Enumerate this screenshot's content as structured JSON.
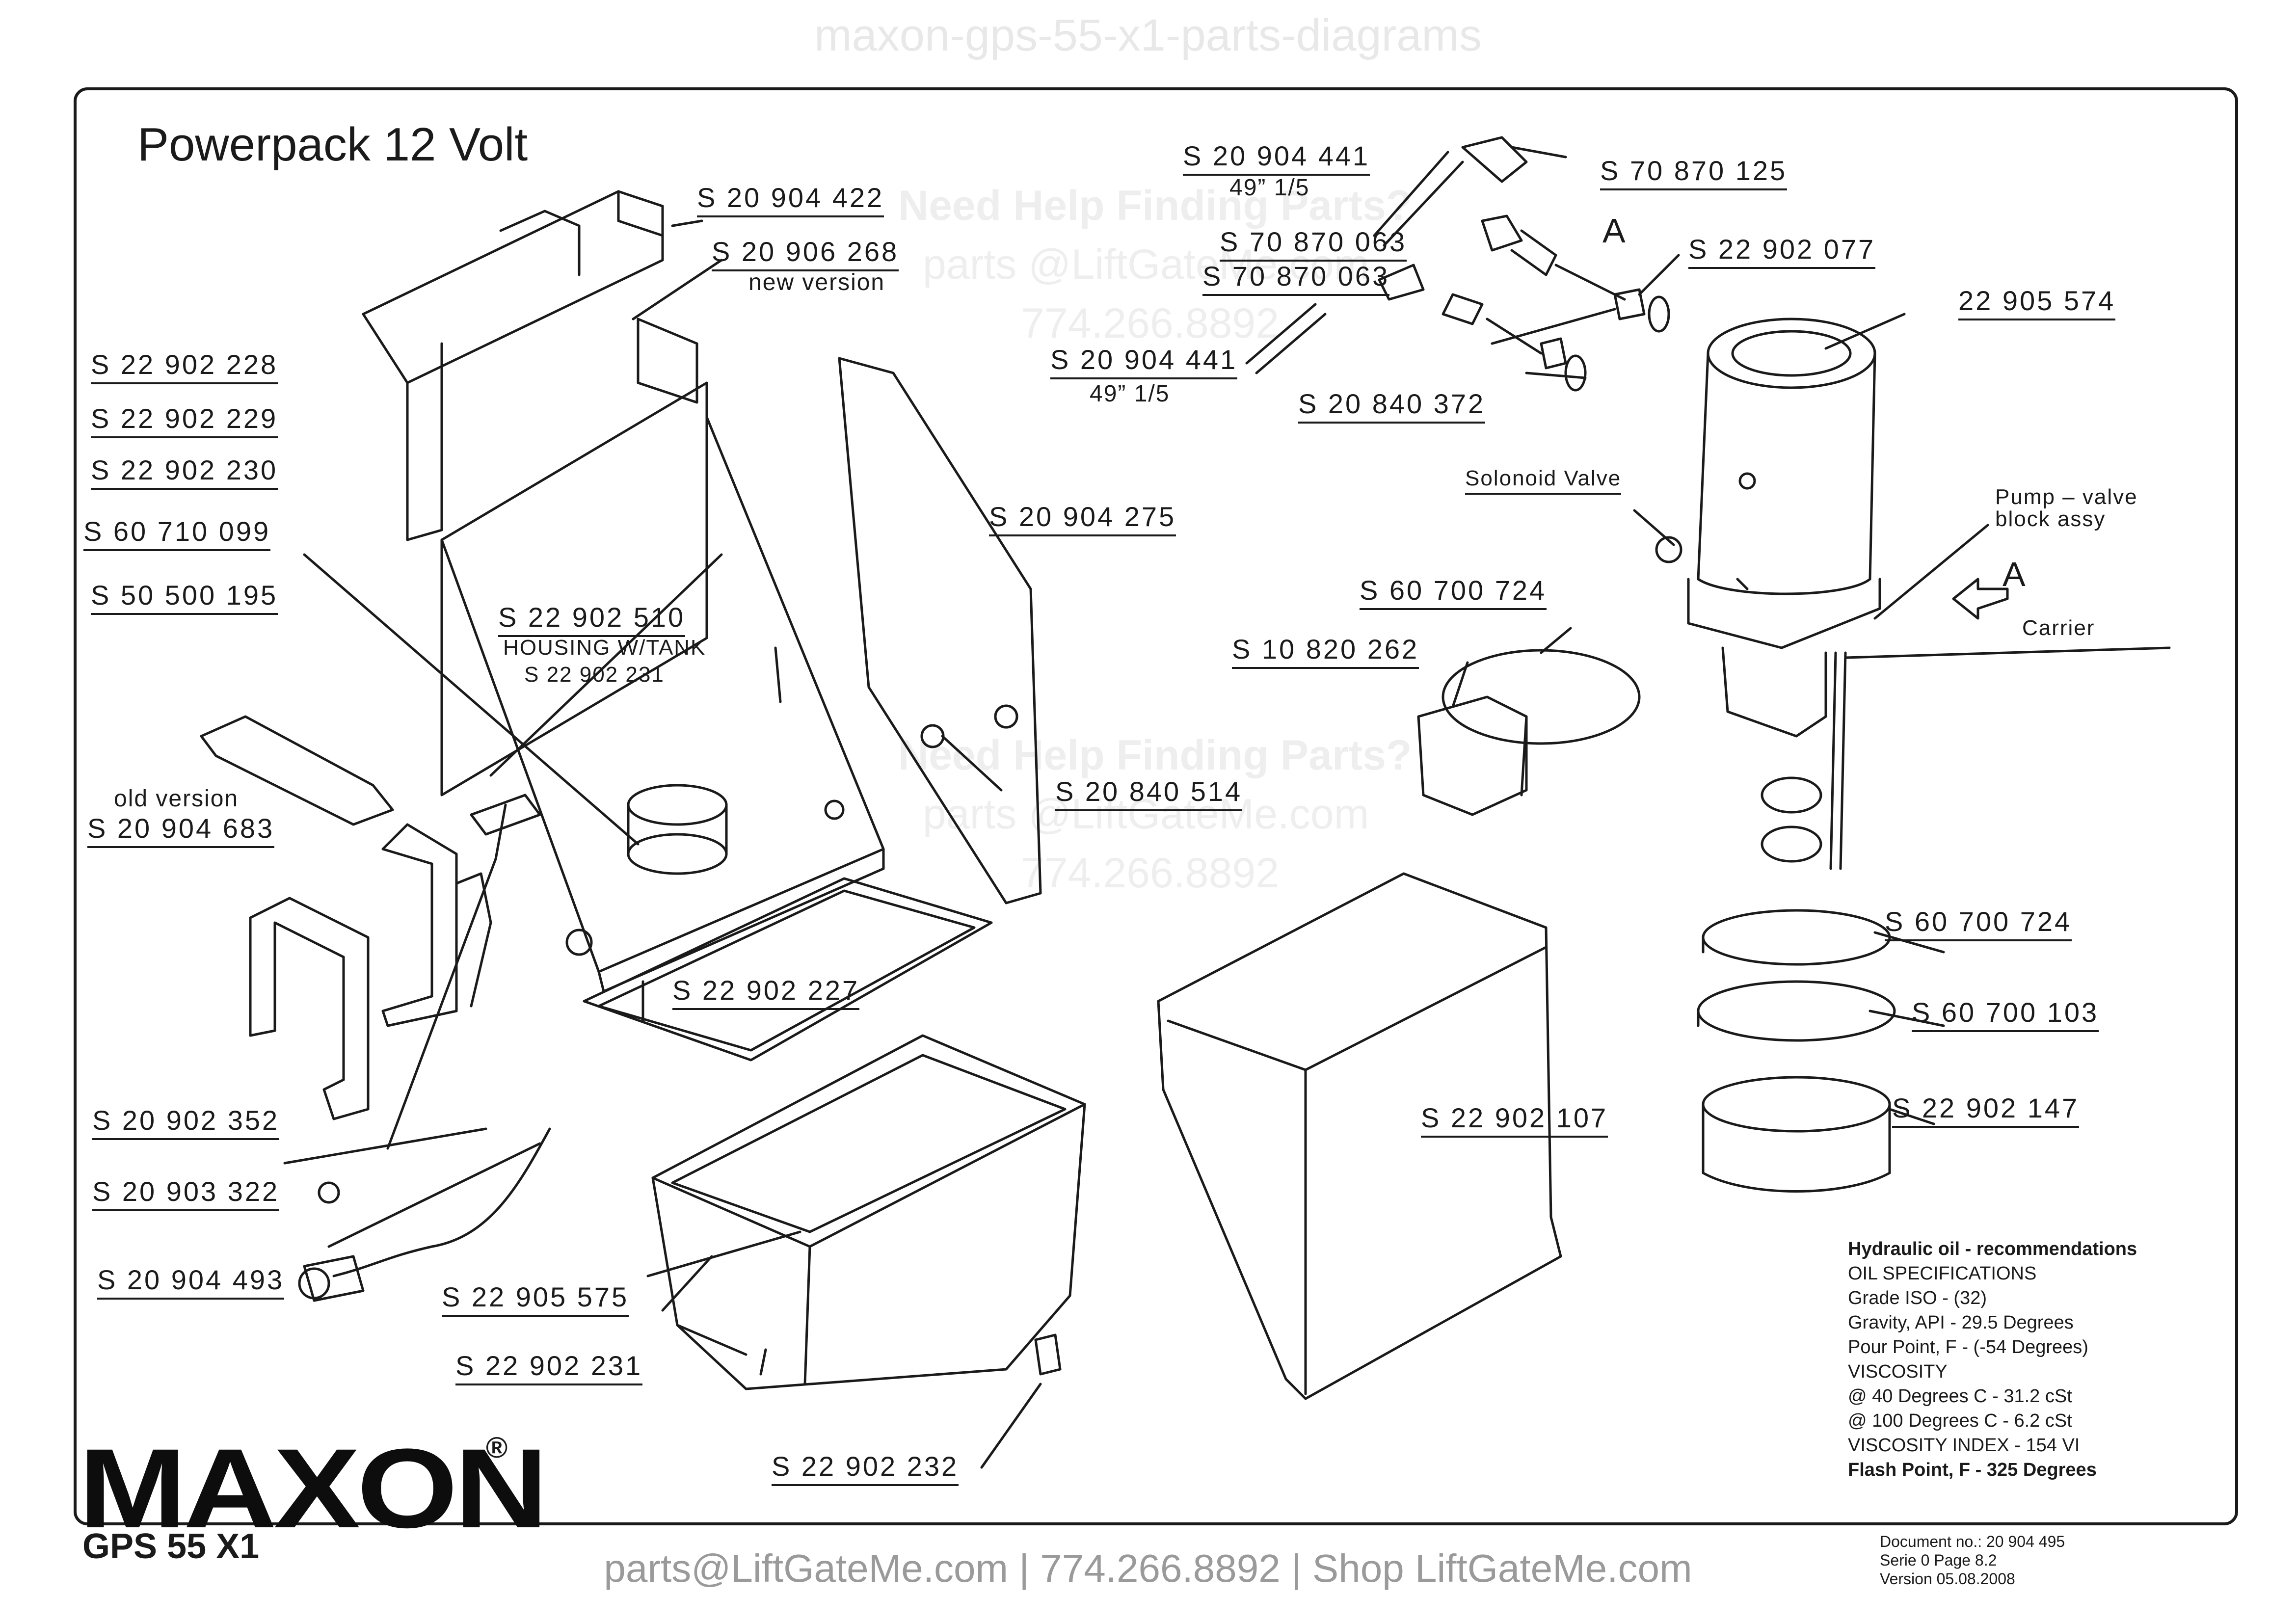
{
  "watermark_top": "maxon-gps-55-x1-parts-diagrams",
  "watermarks": [
    {
      "line1": "Need Help Finding Parts?",
      "line2": "parts @LiftGateMe.com",
      "line3": "774.266.8892"
    },
    {
      "line1": "Need Help Finding Parts?",
      "line2": "parts @LiftGateMe.com",
      "line3": "774.266.8892"
    }
  ],
  "title": "Powerpack 12 Volt",
  "parts": {
    "p20904422": "S 20 904 422",
    "p20906268": "S 20 906 268",
    "new_version": "new version",
    "p22902228": "S 22 902 228",
    "p22902229": "S 22 902 229",
    "p22902230": "S 22 902 230",
    "p60710099": "S 60 710 099",
    "p50500195": "S 50 500 195",
    "p22902510": "S 22 902 510",
    "housing": "HOUSING W/TANK",
    "housing_no": "S 22 902 231",
    "p20904275": "S 20 904 275",
    "old_version": "old version",
    "p20904683": "S 20 904 683",
    "p20840514": "S 20 840 514",
    "p22902227": "S 22 902 227",
    "p20902352": "S 20 902 352",
    "p20903322": "S 20 903 322",
    "p20904493": "S 20 904 493",
    "p22905575": "S 22 905 575",
    "p22902231": "S 22 902 231",
    "p22902232": "S 22 902 232",
    "p20904441a": "S 20 904 441",
    "len_a": "49” 1/5",
    "p70870125": "S 70 870 125",
    "p70870063a": "S 70 870 063",
    "p70870063b": "S 70 870 063",
    "p22902077": "S 22 902 077",
    "p20904441b": "S 20 904 441",
    "len_b": "49” 1/5",
    "p20840372": "S 20 840 372",
    "label_a1": "A",
    "p22905574": "22 905 574",
    "solonoid": "Solonoid Valve",
    "pump1": "Pump – valve",
    "pump2": "block assy",
    "label_a2": "A",
    "carrier": "Carrier",
    "p60700724a": "S 60 700 724",
    "p10820262": "S 10 820 262",
    "p60700724b": "S 60 700 724",
    "p60700103": "S 60 700 103",
    "p22902147": "S 22 902 147",
    "p22902107": "S 22 902 107"
  },
  "oil": {
    "heading": "Hydraulic oil - recommendations",
    "lines": [
      "OIL SPECIFICATIONS",
      "Grade ISO - (32)",
      "Gravity, API - 29.5 Degrees",
      "Pour Point, F - (-54 Degrees)",
      "VISCOSITY",
      "@ 40 Degrees C - 31.2 cSt",
      "@ 100 Degrees C - 6.2 cSt",
      "VISCOSITY INDEX - 154 VI"
    ],
    "last": "Flash Point, F - 325 Degrees"
  },
  "logo": "MAXON",
  "reg": "®",
  "model": "GPS 55 X1",
  "doc": {
    "l1": "Document no.: 20 904 495",
    "l2": "Serie 0 Page 8.2",
    "l3": "Version 05.08.2008"
  },
  "footer": "parts@LiftGateMe.com | 774.266.8892 | Shop LiftGateMe.com"
}
